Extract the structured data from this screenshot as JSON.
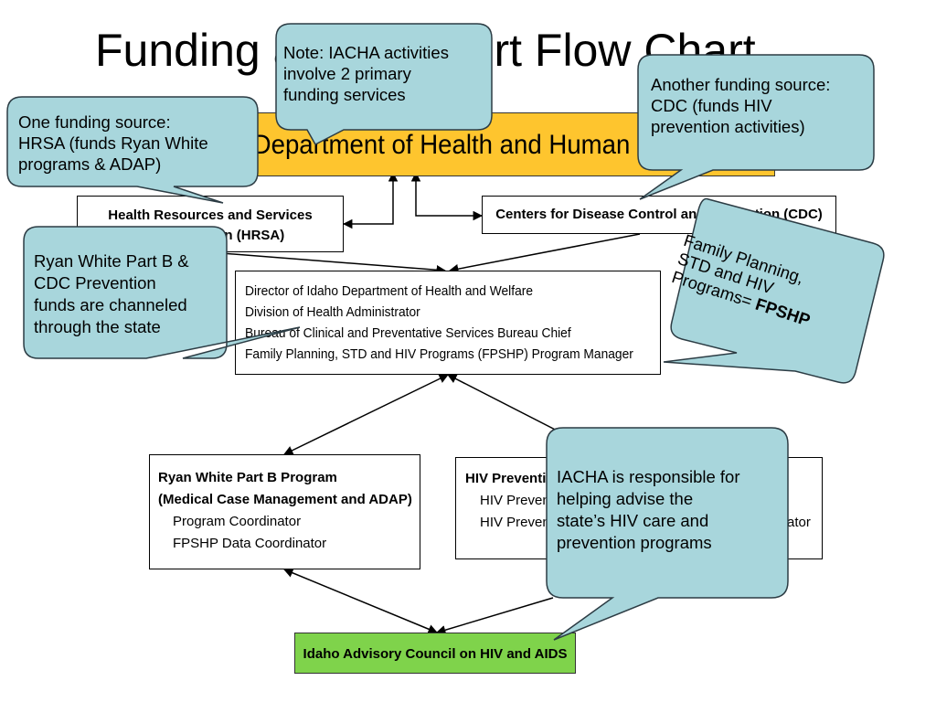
{
  "slide": {
    "title": "Funding and Support Flow Chart"
  },
  "boxes": {
    "hhs": "Department of Health and Human Services",
    "hrsa": [
      "Health Resources and Services",
      "Administration (HRSA)"
    ],
    "cdc": "Centers for Disease Control and Prevention (CDC)",
    "director": [
      "Director of Idaho Department of Health and Welfare",
      "Division of Health Administrator",
      "Bureau of Clinical and Preventative Services Bureau Chief",
      "Family Planning, STD and HIV Programs (FPSHP) Program Manager"
    ],
    "ryan_white": {
      "title_1": "Ryan White Part B Program",
      "title_2": "(Medical Case Management and ADAP)",
      "staff": [
        "Program Coordinator",
        "FPSHP Data Coordinator"
      ]
    },
    "hiv_prevention": {
      "title": "HIV Prevention Program",
      "staff": [
        "HIV Prevention Program Coordinator",
        "HIV Prevention Program Data Coordinator"
      ],
      "visible_fragment": "ator"
    },
    "iacha": "Idaho Advisory Council on HIV and AIDS"
  },
  "callouts": {
    "note": [
      "Note: IACHA activities",
      "involve 2 primary",
      "funding services"
    ],
    "hrsa_source": [
      "One funding source:",
      "HRSA (funds Ryan White",
      "programs & ADAP)"
    ],
    "cdc_source": [
      "Another funding source:",
      "CDC (funds HIV",
      "prevention activities)"
    ],
    "state": [
      "Ryan White Part B &",
      "CDC Prevention",
      "funds are channeled",
      "through the state"
    ],
    "fpshp": {
      "lines": [
        "Family Planning,",
        "STD and HIV"
      ],
      "prefix": "Programs= ",
      "bold": "FPSHP"
    },
    "iacha_role": [
      "IACHA is responsible for",
      "helping advise the",
      "state’s HIV care and",
      "prevention programs"
    ]
  },
  "colors": {
    "callout_fill": "#a8d6dc",
    "hhs_fill": "#fec52e",
    "iacha_fill": "#7fd34b"
  }
}
